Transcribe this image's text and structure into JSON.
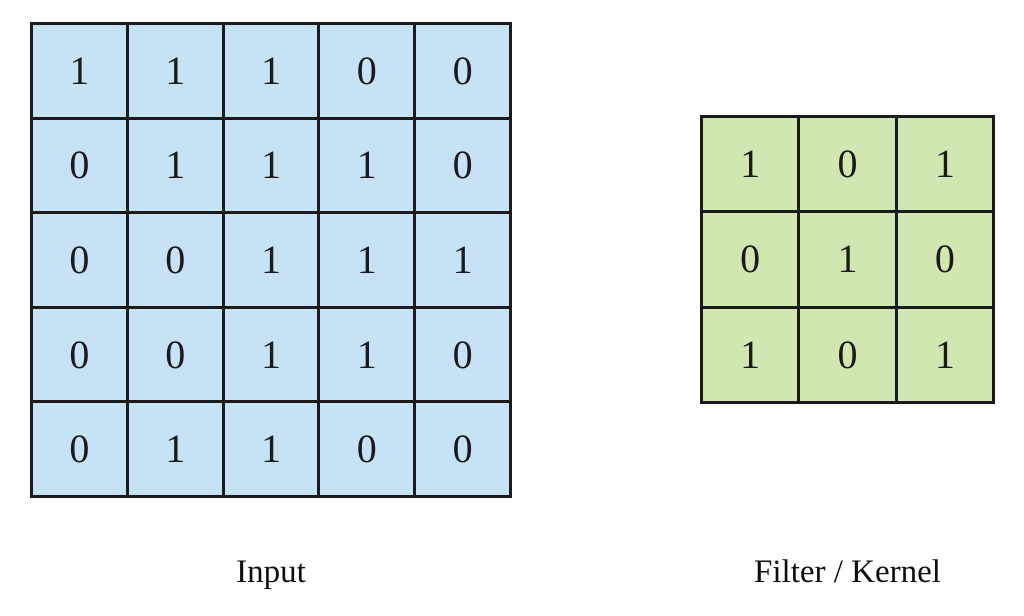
{
  "diagram": {
    "background_color": "#ffffff",
    "input": {
      "caption": "Input",
      "cell_color": "#c6e2f5",
      "border_color": "#1a1a1a",
      "rows": 5,
      "cols": 5,
      "cells": [
        [
          "1",
          "1",
          "1",
          "0",
          "0"
        ],
        [
          "0",
          "1",
          "1",
          "1",
          "0"
        ],
        [
          "0",
          "0",
          "1",
          "1",
          "1"
        ],
        [
          "0",
          "0",
          "1",
          "1",
          "0"
        ],
        [
          "0",
          "1",
          "1",
          "0",
          "0"
        ]
      ]
    },
    "filter": {
      "caption": "Filter / Kernel",
      "cell_color": "#d0e7b2",
      "border_color": "#1a1a1a",
      "rows": 3,
      "cols": 3,
      "cells": [
        [
          "1",
          "0",
          "1"
        ],
        [
          "0",
          "1",
          "0"
        ],
        [
          "1",
          "0",
          "1"
        ]
      ]
    }
  },
  "chart_data": {
    "type": "heatmap",
    "title": "",
    "panels": [
      {
        "name": "Input",
        "label": "Input",
        "shape": [
          5,
          5
        ],
        "values": [
          [
            1,
            1,
            1,
            0,
            0
          ],
          [
            0,
            1,
            1,
            1,
            0
          ],
          [
            0,
            0,
            1,
            1,
            1
          ],
          [
            0,
            0,
            1,
            1,
            0
          ],
          [
            0,
            1,
            1,
            0,
            0
          ]
        ],
        "cell_color": "#c6e2f5"
      },
      {
        "name": "Filter / Kernel",
        "label": "Filter / Kernel",
        "shape": [
          3,
          3
        ],
        "values": [
          [
            1,
            0,
            1
          ],
          [
            0,
            1,
            0
          ],
          [
            1,
            0,
            1
          ]
        ],
        "cell_color": "#d0e7b2"
      }
    ],
    "grid": true,
    "legend": "none",
    "xlabel": "",
    "ylabel": ""
  }
}
